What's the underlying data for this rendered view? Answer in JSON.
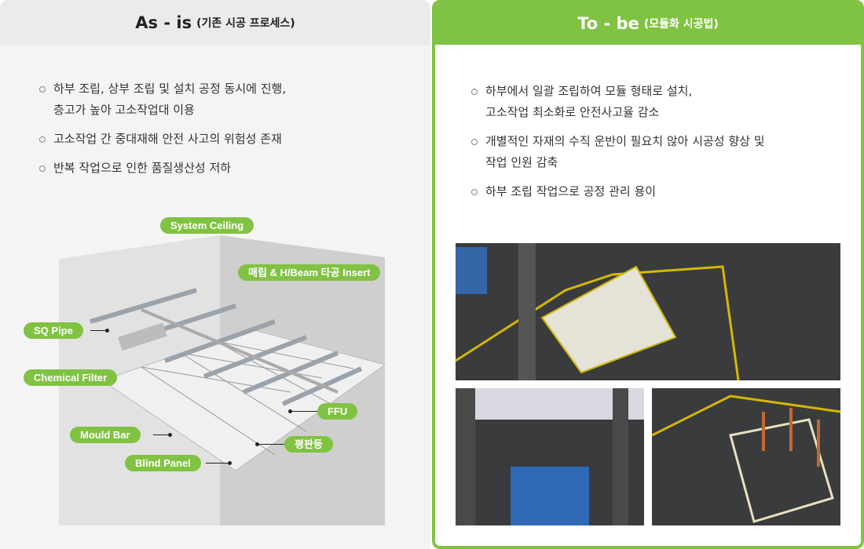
{
  "as_is": {
    "title": "As - is",
    "subtitle": "(기존 시공 프로세스)",
    "bullets": [
      "하부 조립, 상부 조립 및 설치 공정 동시에 진행,\n층고가 높아 고소작업대 이용",
      "고소작업 간 중대재해 안전 사고의 위험성 존재",
      "반복 작업으로 인한 품질생산성 저하"
    ],
    "labels": {
      "system_ceiling": "System Ceiling",
      "insert": "매립 & H/Beam 타공 Insert",
      "sq_pipe": "SQ Pipe",
      "chemical_filter": "Chemical Filter",
      "ffu": "FFU",
      "mould_bar": "Mould Bar",
      "flat_light": "평판등",
      "blind_panel": "Blind Panel"
    }
  },
  "to_be": {
    "title": "To - be",
    "subtitle": "(모듈화 시공법)",
    "bullets": [
      "하부에서 일괄 조립하여 모듈 형태로 설치,\n고소작업 최소화로 안전사고율 감소",
      "개별적인 자재의 수직 운반이 필요치 않아 시공성 향상 및\n작업 인원 감축",
      "하부 조립 작업으로 공정 관리 용이"
    ]
  },
  "colors": {
    "accent": "#80c242",
    "header_gray": "#ebebeb"
  }
}
